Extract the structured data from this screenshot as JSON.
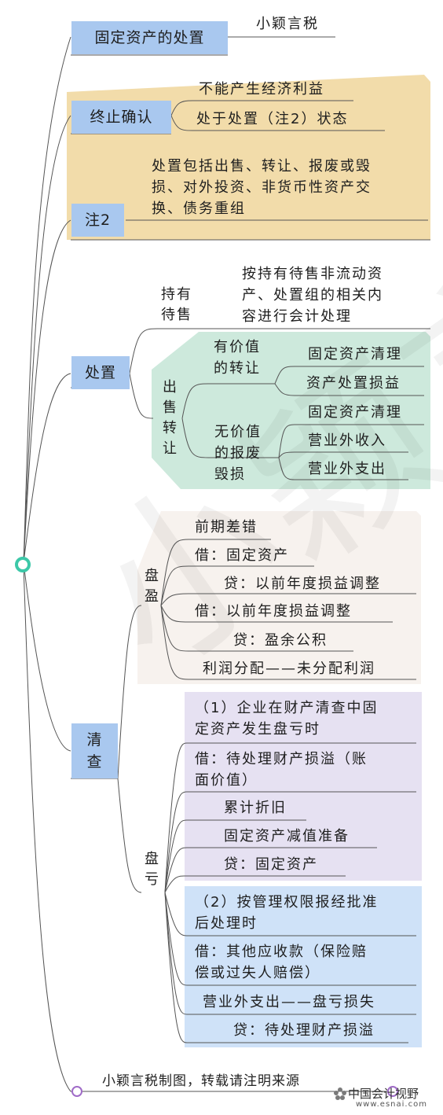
{
  "root": {
    "title": "固定资产的处置",
    "author": "小颖言税"
  },
  "termination": {
    "label": "终止确认",
    "items": [
      "不能产生经济利益",
      "处于处置（注2）状态"
    ]
  },
  "note2": {
    "label": "注2",
    "lines": [
      "处置包括出售、转让、报废或毁",
      "损、对外投资、非货币性资产交",
      "换、债务重组"
    ]
  },
  "disposal": {
    "label": "处置",
    "held_for_sale": {
      "label": "持有待售",
      "lines": [
        "按持有待售非流动资",
        "产、处置组的相关内",
        "容进行会计处理"
      ]
    },
    "sale": {
      "label": "出售转让",
      "valuable": {
        "label_lines": [
          "有价值",
          "的转让"
        ],
        "items": [
          "固定资产清理",
          "资产处置损益"
        ]
      },
      "worthless": {
        "label_lines": [
          "无价值",
          "的报废",
          "毁损"
        ],
        "items": [
          "固定资产清理",
          "营业外收入",
          "营业外支出"
        ]
      }
    }
  },
  "inventory": {
    "label": "清查",
    "surplus": {
      "label": "盘盈",
      "items": [
        "前期差错",
        "借：固定资产",
        "贷：以前年度损益调整",
        "借：以前年度损益调整",
        "贷：盈余公积",
        "利润分配——未分配利润"
      ]
    },
    "loss": {
      "label": "盘亏",
      "part1": {
        "head_lines": [
          "（1）企业在财产清查中固",
          "定资产发生盘亏时"
        ],
        "debit_lines": [
          "借：待处理财产损溢（账",
          "面价值）"
        ],
        "items": [
          "累计折旧",
          "固定资产减值准备",
          "贷：固定资产"
        ]
      },
      "part2": {
        "head_lines": [
          "（2）按管理权限报经批准",
          "后处理时"
        ],
        "debit_lines": [
          "借：其他应收款（保险赔",
          "偿或过失人赔偿）"
        ],
        "items": [
          "营业外支出——盘亏损失",
          "贷：待处理财产损溢"
        ]
      }
    }
  },
  "footer": {
    "text": "小颖言税制图，转载请注明来源",
    "logo_name": "中国会计视野",
    "logo_url": "www.esnai.com"
  },
  "watermark": "小颖言税",
  "colors": {
    "node_blue": "#a9c8ef",
    "panel_tan": "#f2dcaa",
    "panel_green": "#cde9dc",
    "panel_cream": "#f7f2ee",
    "panel_lavender": "#e6e1f2",
    "panel_blue": "#cfe2f8",
    "root_circle": "#3cc8a8",
    "footer_circle": "#a06cc8"
  }
}
